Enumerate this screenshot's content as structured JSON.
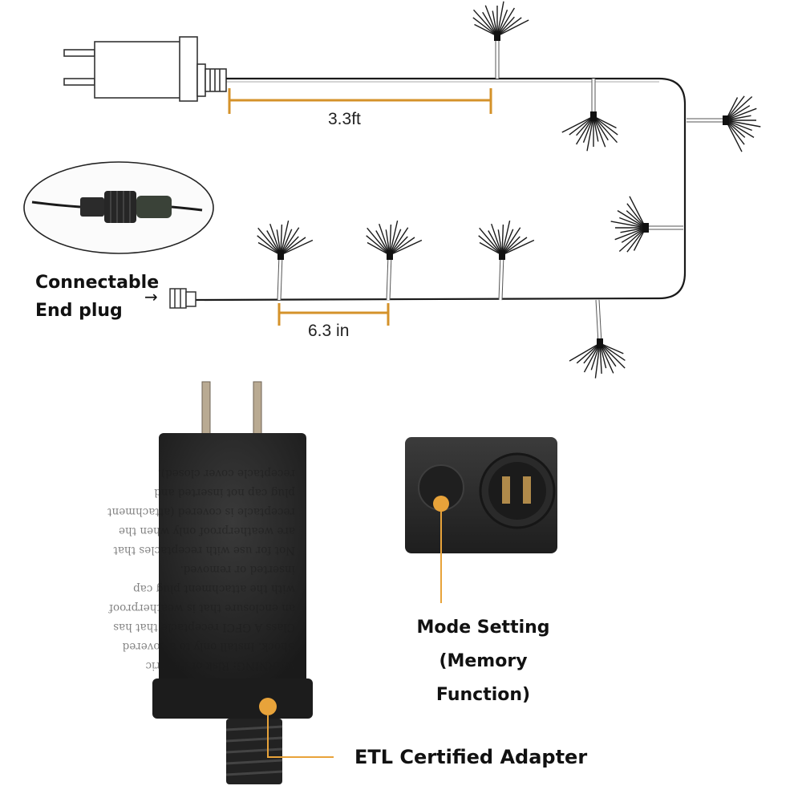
{
  "dimensions": {
    "lead_length": "3.3ft",
    "bulb_spacing": "6.3 in"
  },
  "end_plug": {
    "line1": "Connectable",
    "line2": "End plug",
    "arrow": "→"
  },
  "adapter": {
    "label": "ETL Certified Adapter",
    "warning_lines": [
      "WARNING: Risk of Electric",
      "Shock. Install only to a covered",
      "Class A GFCI receptacle that has",
      "an enclosure that is weatherproof",
      "with the attachment plug cap",
      "inserted or removed.",
      "Not for use with receptacles that",
      "are weatherproof only when the",
      "receptacle is covered (attachment",
      "plug cap not inserted and",
      "receptacle cover closed)."
    ]
  },
  "mode_box": {
    "line1": "Mode Setting",
    "line2": "(Memory Function)"
  },
  "colors": {
    "accent": "#E8A33A",
    "dimension": "#D4922A",
    "wire": "#1a1a1a",
    "adapter_body": "#232323"
  }
}
